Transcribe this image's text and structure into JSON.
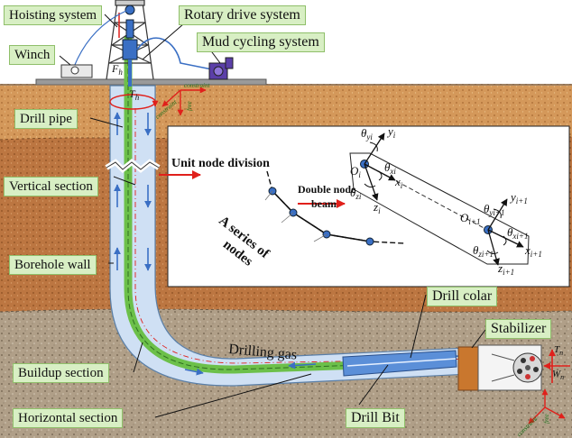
{
  "labels": {
    "hoisting_system": "Hoisting system",
    "rotary_drive_system": "Rotary drive system",
    "mud_cycling_system": "Mud cycling system",
    "winch": "Winch",
    "drill_pipe": "Drill pipe",
    "vertical_section": "Vertical section",
    "borehole_wall": "Borehole wall",
    "buildup_section": "Buildup section",
    "horizontal_section": "Horizontal section",
    "drill_colar": "Drill colar",
    "stabilizer": "Stabilizer",
    "drill_bit": "Drill Bit",
    "drilling_gas": "Drilling gas"
  },
  "symbols": {
    "fh": "F_h",
    "th_top": "T_h",
    "tn": "T_n",
    "wn": "W_n",
    "constraint": "constraint",
    "free": "free",
    "constraint_bottom": "constraint",
    "free_bottom": "free",
    "constraint_bottom2": "constraint"
  },
  "inset": {
    "unit_node_division": "Unit node division",
    "double_node_beam": "Double node beam",
    "a_series_of_nodes": "A series of nodes",
    "node_i": {
      "O": "O_i",
      "x": "x_i",
      "y": "y_i",
      "z": "z_i",
      "theta_x": "θ_xi",
      "theta_y": "θ_yi",
      "theta_z": "θ_zi"
    },
    "node_i1": {
      "O": "O_i+1",
      "x": "x_i+1",
      "y": "y_i+1",
      "z": "z_i+1",
      "theta_x": "θ_xi+1",
      "theta_y": "θ_yi+1",
      "theta_z": "θ_zi+1"
    }
  },
  "colors": {
    "sky": "#ffffff",
    "soil_upper": "#d9a05f",
    "soil_middle": "#c07a44",
    "soil_lower": "#b3a28a",
    "pipe_fill": "#cfe0f4",
    "drill_string": "#6cc04a",
    "arrow_blue": "#3a6fc4",
    "arrow_red": "#e0201b",
    "label_bg": "#d8efc4"
  }
}
